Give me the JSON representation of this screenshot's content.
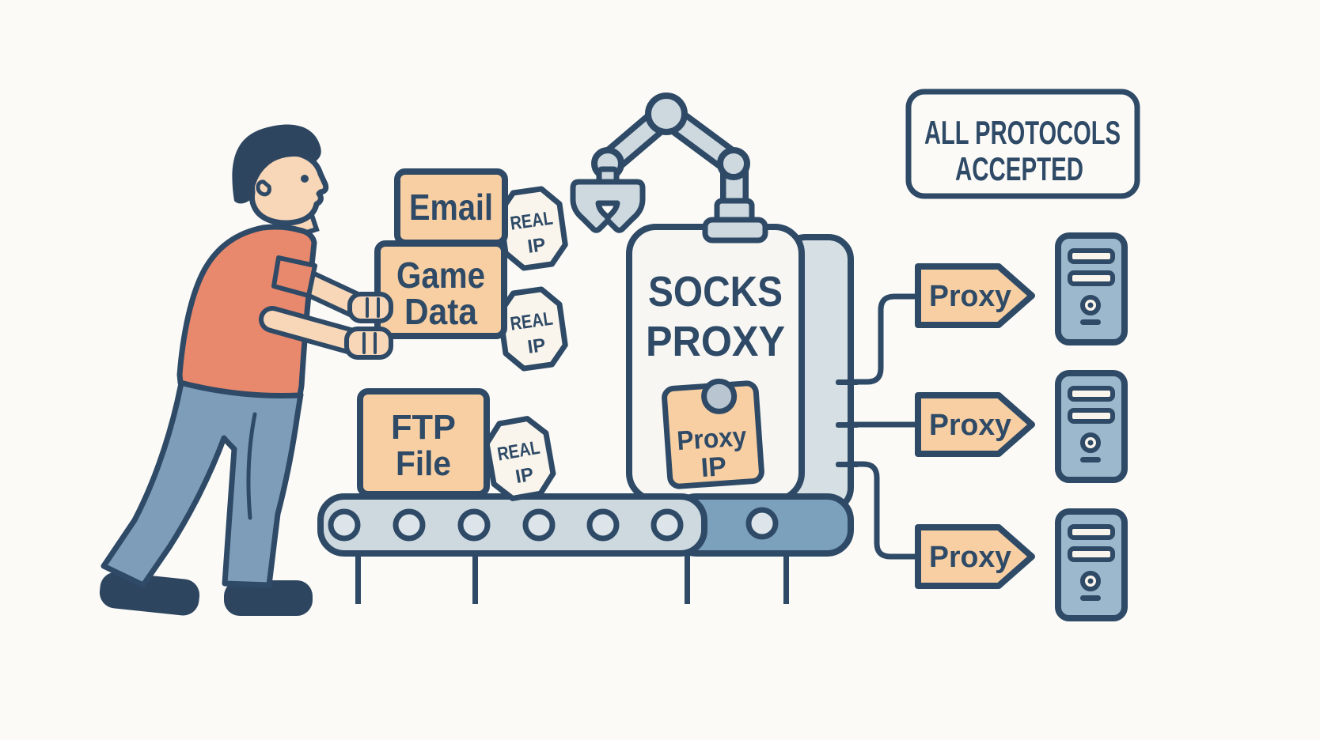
{
  "colors": {
    "navy": "#2e4a66",
    "peach": "#f8cfa3",
    "cream": "#faf5ec",
    "machine_face": "#f7f6f3",
    "machine_gray": "#cdd8df",
    "steel_blue_server": "#9bb8cd",
    "belt_dark": "#7ca1bc",
    "skin": "#f8d6b8",
    "shirt": "#e8886c",
    "pants": "#7e9db9",
    "background": "#fbfaf7"
  },
  "sign": {
    "line1": "ALL PROTOCOLS",
    "line2": "ACCEPTED"
  },
  "packages": {
    "email": {
      "line1": "Email"
    },
    "game_data": {
      "line1": "Game",
      "line2": "Data"
    },
    "ftp_file": {
      "line1": "FTP",
      "line2": "File"
    }
  },
  "real_ip_tags": [
    {
      "line1": "REAL",
      "line2": "IP"
    },
    {
      "line1": "REAL",
      "line2": "IP"
    },
    {
      "line1": "REAL",
      "line2": "IP"
    }
  ],
  "machine": {
    "line1": "SOCKS",
    "line2": "PROXY",
    "ip_tag": {
      "line1": "Proxy",
      "line2": "IP"
    }
  },
  "proxy_arrows": [
    {
      "label": "Proxy"
    },
    {
      "label": "Proxy"
    },
    {
      "label": "Proxy"
    }
  ]
}
